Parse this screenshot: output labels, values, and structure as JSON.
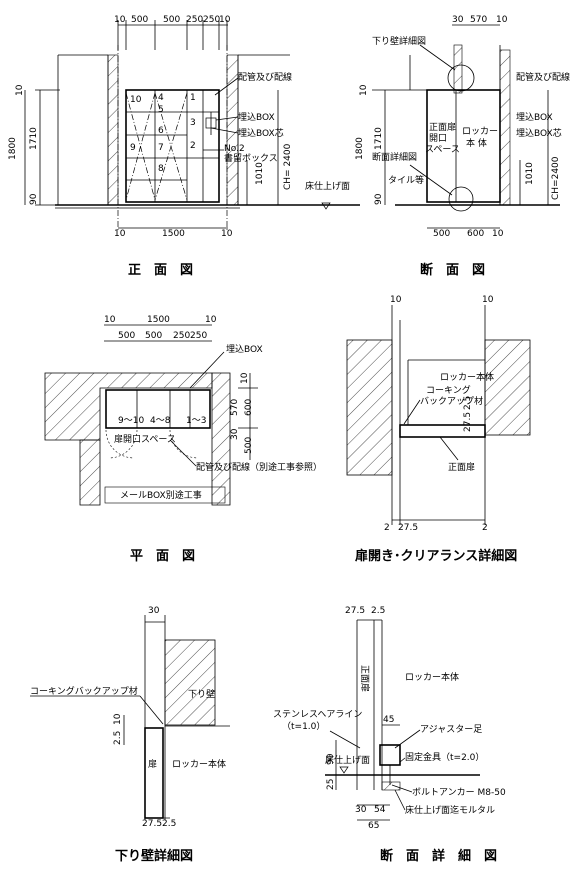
{
  "front_elevation": {
    "caption": "正　面　図",
    "top_dims": [
      "10",
      "500",
      "500",
      "250",
      "250",
      "10"
    ],
    "left_dims": [
      "10",
      "1800",
      "1710",
      "90"
    ],
    "right_dims": [
      "CH= 2400",
      "1010"
    ],
    "bottom_dims": [
      "10",
      "1500",
      "10"
    ],
    "labels": {
      "piping": "配管及び配線",
      "box": "埋込BOX",
      "box_core": "埋込BOX芯",
      "no2": "No.2",
      "mail_box": "書留ボックス",
      "floor": "床仕上げ面"
    },
    "locker_numbers": [
      "1",
      "2",
      "3",
      "4",
      "5",
      "6",
      "7",
      "8",
      "9",
      "10"
    ]
  },
  "section": {
    "caption": "断　面　図",
    "top_dims": [
      "30",
      "570",
      "10"
    ],
    "left_dims": [
      "10",
      "1800",
      "1710",
      "90"
    ],
    "right_dims": [
      "CH=2400",
      "1010"
    ],
    "bottom_dims": [
      "500",
      "600",
      "10"
    ],
    "labels": {
      "hanging_wall_detail": "下り壁詳細図",
      "front_door_opening_1": "正面扉",
      "front_door_opening_2": "開口",
      "front_door_opening_3": "スペース",
      "locker_body_1": "ロッカー",
      "locker_body_2": "本 体",
      "section_detail": "断面詳細図",
      "tile": "タイル等",
      "piping": "配管及び配線",
      "box": "埋込BOX",
      "box_core": "埋込BOX芯"
    }
  },
  "plan": {
    "caption": "平　面　図",
    "top_dims": [
      "10",
      "1500",
      "10",
      "500",
      "500",
      "250",
      "250"
    ],
    "right_dims": [
      "10",
      "570",
      "600",
      "30",
      "500"
    ],
    "labels": {
      "box": "埋込BOX",
      "door_opening": "扉開口スペース",
      "piping": "配管及び配線（別途工事参照）",
      "mail_box": "メールBOX別途工事",
      "row_a": "9～10",
      "row_b": "4～8",
      "row_c": "1～3"
    }
  },
  "door_clearance": {
    "caption": "扉開き･クリアランス詳細図",
    "top_dims": [
      "10",
      "10"
    ],
    "bottom_dims": [
      "2",
      "27.5",
      "2"
    ],
    "side_dims": [
      "27.5",
      "2.5"
    ],
    "labels": {
      "locker_body": "ロッカー本体",
      "caulking_1": "コーキング",
      "caulking_2": "バックアップ材",
      "front_door": "正面扉"
    }
  },
  "hanging_wall_detail": {
    "caption": "下り壁詳細図",
    "top_dims": [
      "30"
    ],
    "left_dims": [
      "2.5",
      "10"
    ],
    "bottom_dims": [
      "27.5",
      "2.5"
    ],
    "labels": {
      "caulking": "コーキングバックアップ材",
      "hanging_wall": "下り壁",
      "door": "扉",
      "locker_body": "ロッカー本体"
    }
  },
  "section_detail": {
    "caption": "断　面　詳　細　図",
    "top_dims": [
      "27.5",
      "2.5"
    ],
    "left_dims": [
      "90",
      "25"
    ],
    "bottom_dims": [
      "30",
      "54",
      "65"
    ],
    "side_dims": [
      "45"
    ],
    "labels": {
      "locker_body": "ロッカー本体",
      "door_vertical": "正面扉",
      "stainless": "ステンレスヘアライン",
      "thickness": "（t=1.0）",
      "adjuster": "アジャスター足",
      "floor": "床仕上げ面",
      "fixing": "固定金具（t=2.0）",
      "anchor": "ボルトアンカー M8-50",
      "mortar": "床仕上げ面迄モルタル"
    }
  }
}
